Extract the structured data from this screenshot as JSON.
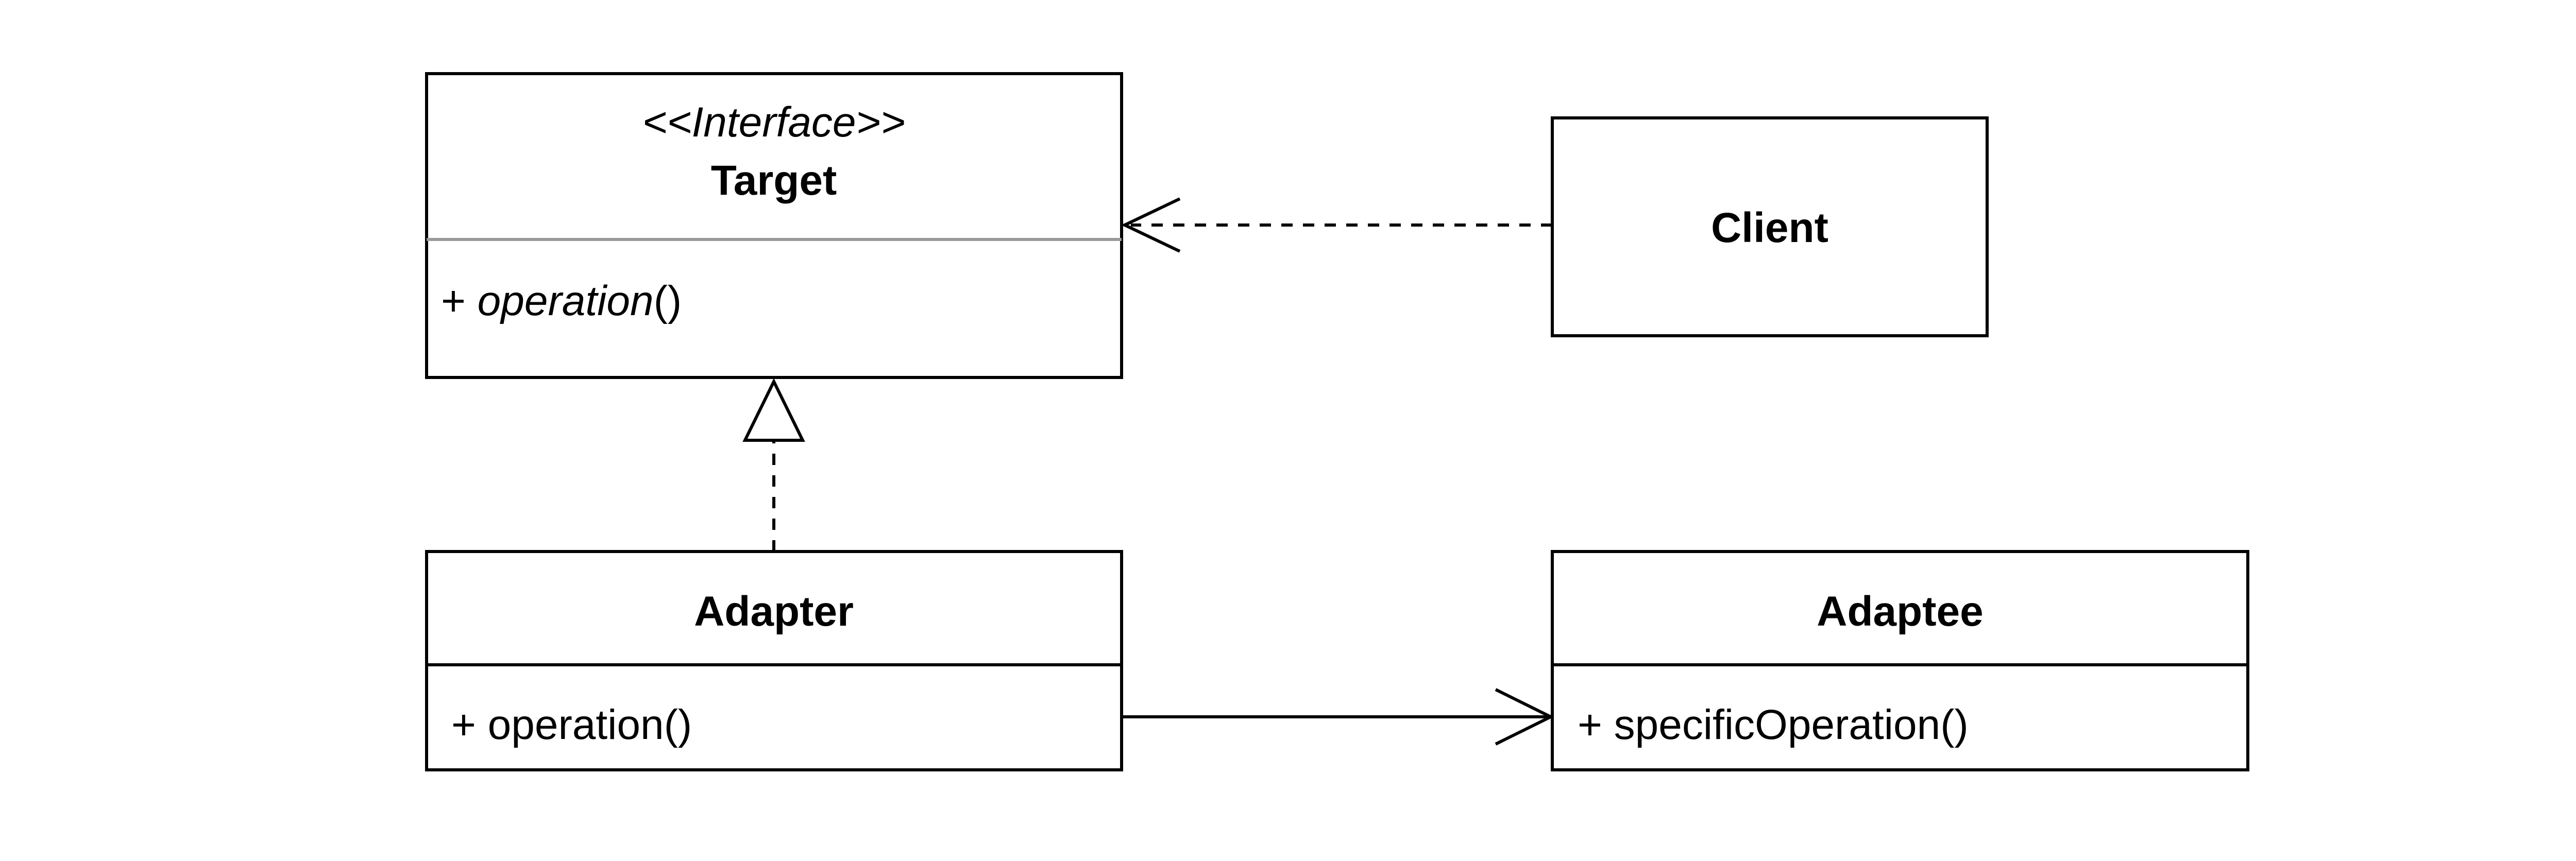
{
  "diagram": {
    "type": "uml-class-diagram",
    "classes": {
      "target": {
        "stereotype": "<<Interface>>",
        "name": "Target",
        "member_prefix": "+ ",
        "member_name": "operation",
        "member_suffix": "()"
      },
      "client": {
        "name": "Client"
      },
      "adapter": {
        "name": "Adapter",
        "member": "+ operation()"
      },
      "adaptee": {
        "name": "Adaptee",
        "member": "+ specificOperation()"
      }
    },
    "relationships": [
      {
        "from": "Client",
        "to": "Target",
        "kind": "dependency",
        "arrow": "open"
      },
      {
        "from": "Adapter",
        "to": "Target",
        "kind": "realization",
        "arrow": "hollow-triangle"
      },
      {
        "from": "Adapter",
        "to": "Adaptee",
        "kind": "association",
        "arrow": "open"
      }
    ]
  }
}
